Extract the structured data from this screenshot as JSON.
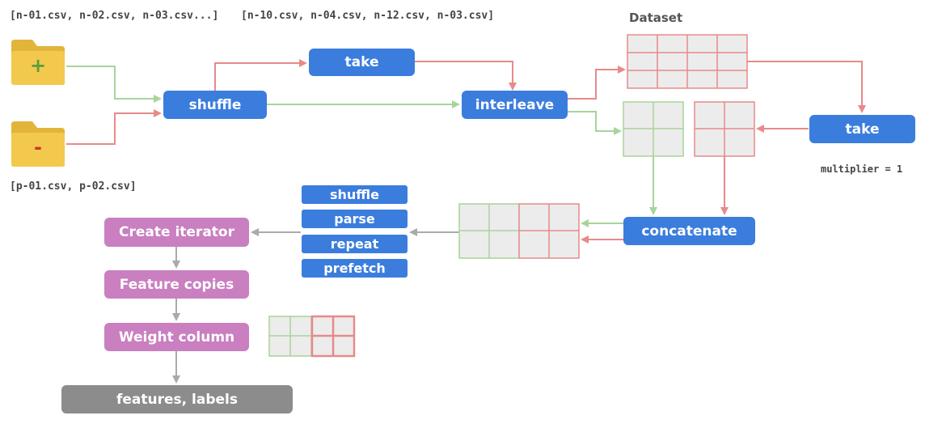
{
  "labels": {
    "negative_files": "[n-01.csv, n-02.csv, n-03.csv...]",
    "shuffled_files": "[n-10.csv, n-04.csv, n-12.csv, n-03.csv]",
    "positive_files": "[p-01.csv, p-02.csv]",
    "dataset_title": "Dataset",
    "multiplier": "multiplier = 1"
  },
  "folders": {
    "negative_symbol": "+",
    "positive_symbol": "-"
  },
  "nodes": {
    "shuffle": "shuffle",
    "take_top": "take",
    "interleave": "interleave",
    "take_right": "take",
    "concatenate": "concatenate",
    "pipeline": [
      "shuffle",
      "parse",
      "repeat",
      "prefetch"
    ],
    "create_iterator": "Create iterator",
    "feature_copies": "Feature copies",
    "weight_column": "Weight column",
    "output": "features, labels"
  },
  "colors": {
    "blue_node": "#3b7ddd",
    "pink_node": "#c97fc0",
    "gray_node": "#8c8c8c",
    "green_line": "#a8d49a",
    "red_line": "#e88a8a",
    "gray_line": "#aaaaaa",
    "folder": "#f2c94c"
  }
}
